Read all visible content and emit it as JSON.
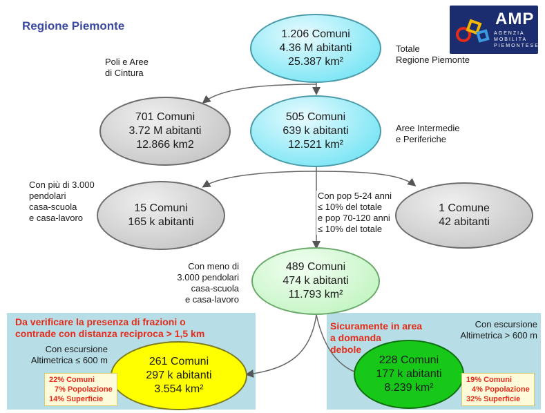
{
  "title": "Regione Piemonte",
  "logo": {
    "name": "AMP",
    "subtitle_lines": [
      "AGENZIA",
      "MOBILITA",
      "PIEMONTESE"
    ]
  },
  "nodes": {
    "top": {
      "lines": [
        "1.206 Comuni",
        "4.36 M abitanti",
        "25.387 km²"
      ]
    },
    "poli": {
      "lines": [
        "701 Comuni",
        "3.72 M abitanti",
        "12.866 km2"
      ]
    },
    "aree": {
      "lines": [
        "505 Comuni",
        "639 k abitanti",
        "12.521 km²"
      ]
    },
    "pendolari": {
      "lines": [
        "15 Comuni",
        "165 k abitanti"
      ]
    },
    "one": {
      "lines": [
        "1 Comune",
        "42 abitanti"
      ]
    },
    "mid": {
      "lines": [
        "489 Comuni",
        "474 k abitanti",
        "11.793 km²"
      ]
    },
    "low": {
      "lines": [
        "261 Comuni",
        "297 k abitanti",
        "3.554 km²"
      ]
    },
    "high": {
      "lines": [
        "228 Comuni",
        "177 k abitanti",
        "8.239 km²"
      ]
    }
  },
  "labels": {
    "totale": [
      "Totale",
      "Regione Piemonte"
    ],
    "poli": [
      "Poli e Aree",
      "di Cintura"
    ],
    "aree": [
      "Aree Intermedie",
      "e Periferiche"
    ],
    "pendolari_more": [
      "Con più di 3.000",
      "pendolari",
      "casa-scuola",
      "e casa-lavoro"
    ],
    "pop_condition": [
      "Con pop 5-24 anni",
      "≤ 10% del totale",
      "e pop 70-120 anni",
      "≤ 10% del totale"
    ],
    "pendolari_less": [
      "Con meno di",
      "3.000 pendolari",
      "casa-scuola",
      "e casa-lavoro"
    ]
  },
  "left_panel": {
    "red": [
      "Da verificare la presenza di frazioni o",
      "contrade con distanza reciproca > 1,5 km"
    ],
    "escursione": [
      "Con escursione",
      "Altimetrica ≤ 600 m"
    ],
    "pct": [
      "22% Comuni",
      "7% Popolazione",
      "14% Superficie"
    ]
  },
  "right_panel": {
    "red": [
      "Sicuramente in area",
      "a domanda",
      "debole"
    ],
    "escursione": [
      "Con escursione",
      "Altimetrica > 600 m"
    ],
    "pct": [
      "19% Comuni",
      "4% Popolazione",
      "32% Superficie"
    ]
  }
}
